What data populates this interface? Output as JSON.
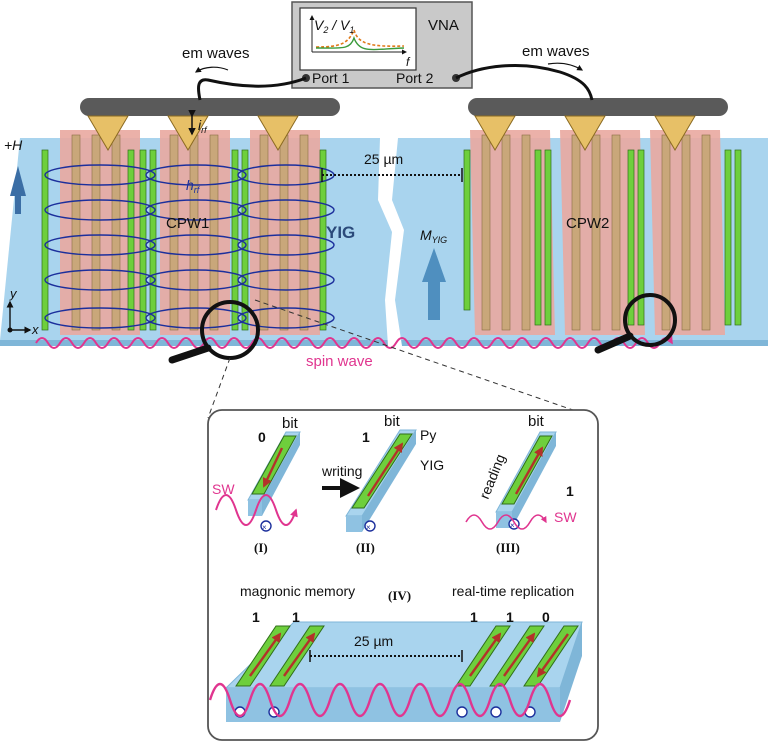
{
  "vna": {
    "label": "VNA",
    "screen_v2": "V",
    "screen_v2_sub": "2",
    "screen_slash": " / ",
    "screen_v1": "V",
    "screen_v1_sub": "1",
    "screen_f": "f",
    "port1": "Port 1",
    "port2": "Port 2"
  },
  "em_waves_left": "em waves",
  "em_waves_right": "em waves",
  "field_h": "+H",
  "irf": "i",
  "irf_sub": "rf",
  "hrf": "h",
  "hrf_sub": "rf",
  "cpw1": "CPW1",
  "cpw2": "CPW2",
  "yig": "YIG",
  "myig": "M",
  "myig_sub": "YIG",
  "gap": "25 µm",
  "axis_y": "y",
  "axis_x": "x",
  "spin_wave": "spin wave",
  "inset": {
    "bit_I": "bit",
    "val_I": "0",
    "sw_I": "SW",
    "label_I": "(I)",
    "bit_II": "bit",
    "val_II": "1",
    "py": "Py",
    "yig": "YIG",
    "label_II": "(II)",
    "writing": "writing",
    "bit_III": "bit",
    "val_III": "1",
    "reading": "reading",
    "sw_III": "SW",
    "label_III": "(III)",
    "memory": "magnonic memory",
    "label_IV": "(IV)",
    "replication": "real-time replication",
    "bits_left": [
      "1",
      "1"
    ],
    "bits_right": [
      "1",
      "1",
      "0"
    ],
    "gap": "25 µm"
  },
  "colors": {
    "yig": "#a9d4ee",
    "yig_dark": "#7fb6d8",
    "py_green": "#6ecf3c",
    "cpw_pink": "#e9a8a0",
    "cpw_brown": "#c9a77a",
    "probe_gold": "#e7c067",
    "spin_wave": "#e0358f",
    "arrow_red": "#b3322a",
    "field_blue": "#1c2f9c",
    "m_arrow": "#4f8fbf"
  }
}
